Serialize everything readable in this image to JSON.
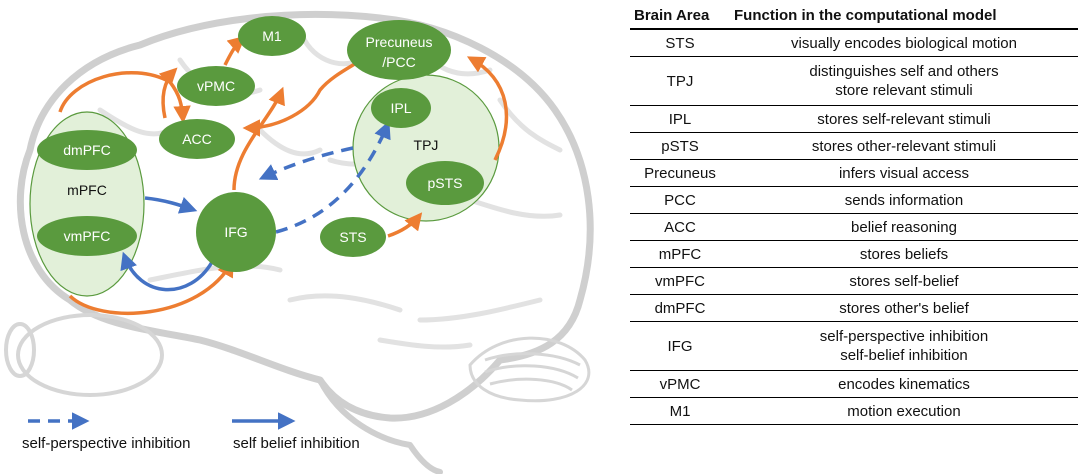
{
  "diagram": {
    "nodes": {
      "m1": "M1",
      "precuneus_line1": "Precuneus",
      "precuneus_line2": "/PCC",
      "vpmc": "vPMC",
      "acc": "ACC",
      "dmpfc": "dmPFC",
      "mpfc": "mPFC",
      "vmpfc": "vmPFC",
      "ifg": "IFG",
      "ipl": "IPL",
      "tpj": "TPJ",
      "psts": "pSTS",
      "sts": "STS"
    },
    "colors": {
      "node_fill": "#5a9a3e",
      "region_fill": "#e2f0d9",
      "orange_arrow": "#ed7d31",
      "blue_arrow": "#4472c4",
      "brain_outline": "#cfcfcf"
    },
    "legend": {
      "dashed_label": "self-perspective inhibition",
      "solid_label": "self belief inhibition"
    }
  },
  "table": {
    "headers": [
      "Brain Area",
      "Function in the computational model"
    ],
    "rows": [
      {
        "area": "STS",
        "functions": [
          "visually encodes biological motion"
        ]
      },
      {
        "area": "TPJ",
        "functions": [
          "distinguishes self and others",
          "store relevant stimuli"
        ]
      },
      {
        "area": "IPL",
        "functions": [
          "stores self-relevant stimuli"
        ]
      },
      {
        "area": "pSTS",
        "functions": [
          "stores other-relevant stimuli"
        ]
      },
      {
        "area": "Precuneus",
        "functions": [
          "infers visual access"
        ]
      },
      {
        "area": "PCC",
        "functions": [
          "sends information"
        ]
      },
      {
        "area": "ACC",
        "functions": [
          "belief reasoning"
        ]
      },
      {
        "area": "mPFC",
        "functions": [
          "stores beliefs"
        ]
      },
      {
        "area": "vmPFC",
        "functions": [
          "stores self-belief"
        ]
      },
      {
        "area": "dmPFC",
        "functions": [
          "stores other's belief"
        ]
      },
      {
        "area": "IFG",
        "functions": [
          "self-perspective inhibition",
          "self-belief inhibition"
        ]
      },
      {
        "area": "vPMC",
        "functions": [
          "encodes kinematics"
        ]
      },
      {
        "area": "M1",
        "functions": [
          "motion execution"
        ]
      }
    ]
  }
}
